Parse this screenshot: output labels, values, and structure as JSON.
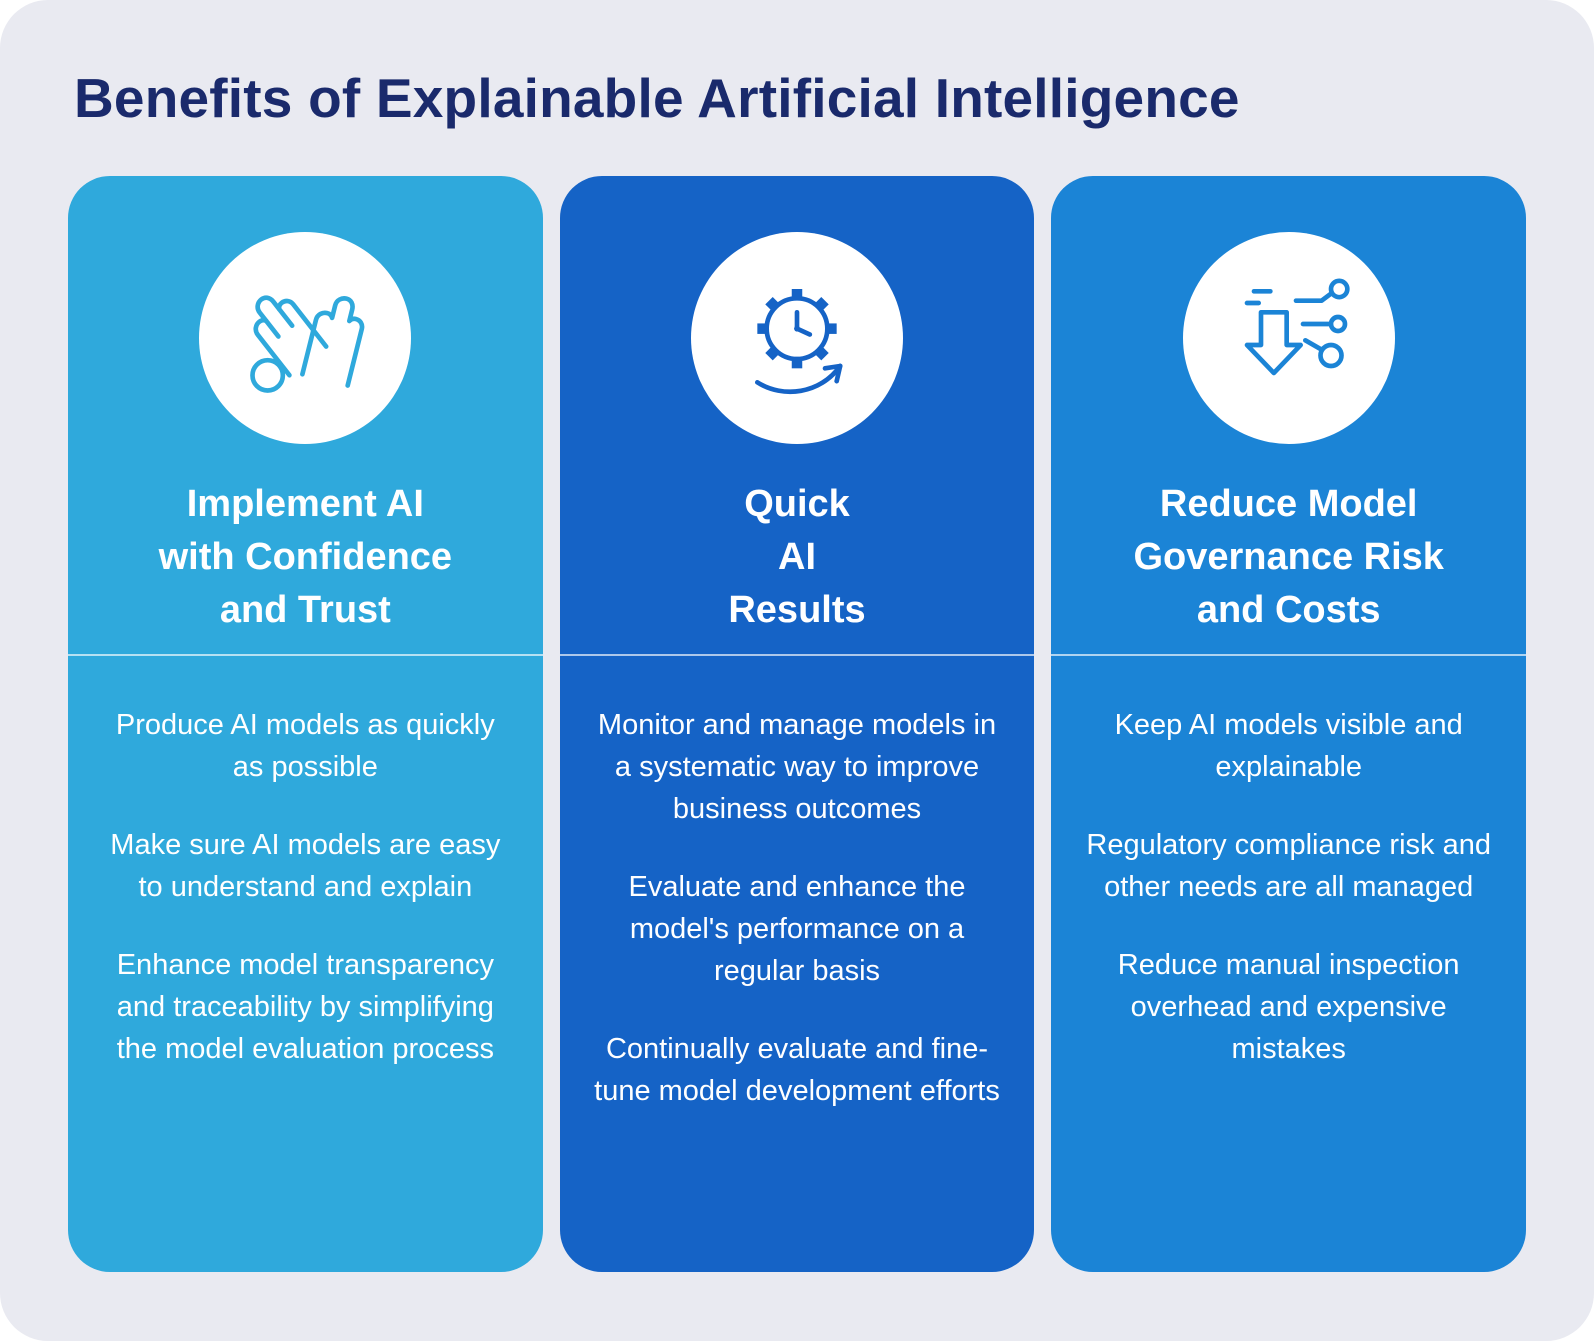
{
  "page": {
    "title": "Benefits of Explainable Artificial Intelligence",
    "background_color": "#E9EAF1",
    "title_color": "#1A2A6C"
  },
  "cards": [
    {
      "title": "Implement AI\nwith Confidence\nand Trust",
      "color": "#2FA9DC",
      "icon": "hands-high-five-icon",
      "icon_color": "#2FA9DC",
      "points": [
        "Produce AI models as quickly as possible",
        "Make sure AI models are easy to understand and explain",
        "Enhance model transparency and traceability by simplifying the model evaluation process"
      ]
    },
    {
      "title": "Quick\nAI\nResults",
      "color": "#1563C6",
      "icon": "gear-clock-arrow-icon",
      "icon_color": "#1563C6",
      "points": [
        "Monitor and manage models in a systematic way to improve business outcomes",
        "Evaluate and enhance the model's performance on a regular basis",
        "Continually evaluate and fine-tune model development efforts"
      ]
    },
    {
      "title": "Reduce Model\nGovernance Risk\nand Costs",
      "color": "#1B84D6",
      "icon": "down-arrow-nodes-icon",
      "icon_color": "#1B84D6",
      "points": [
        "Keep AI models visible and explainable",
        "Regulatory compliance risk and other needs are all managed",
        "Reduce manual inspection overhead and expensive mistakes"
      ]
    }
  ]
}
